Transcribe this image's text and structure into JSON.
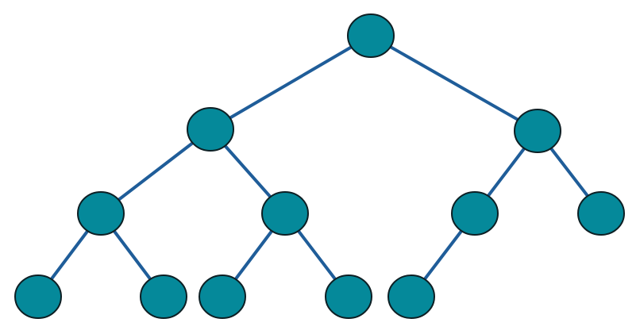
{
  "diagram": {
    "type": "binary-tree",
    "colors": {
      "node_fill": "#05899a",
      "node_stroke": "#0d1f24",
      "edge": "#1f5d99",
      "background": "#ffffff"
    },
    "nodes": [
      {
        "id": "root"
      },
      {
        "id": "n1"
      },
      {
        "id": "n2"
      },
      {
        "id": "n3"
      },
      {
        "id": "n4"
      },
      {
        "id": "n5"
      },
      {
        "id": "n6"
      },
      {
        "id": "n7"
      },
      {
        "id": "n8"
      },
      {
        "id": "n9"
      },
      {
        "id": "n10"
      },
      {
        "id": "n11"
      }
    ],
    "edges": [
      [
        "root",
        "n1"
      ],
      [
        "root",
        "n2"
      ],
      [
        "n1",
        "n3"
      ],
      [
        "n1",
        "n4"
      ],
      [
        "n2",
        "n5"
      ],
      [
        "n2",
        "n6"
      ],
      [
        "n3",
        "n7"
      ],
      [
        "n3",
        "n8"
      ],
      [
        "n4",
        "n9"
      ],
      [
        "n4",
        "n10"
      ],
      [
        "n5",
        "n11"
      ]
    ]
  }
}
